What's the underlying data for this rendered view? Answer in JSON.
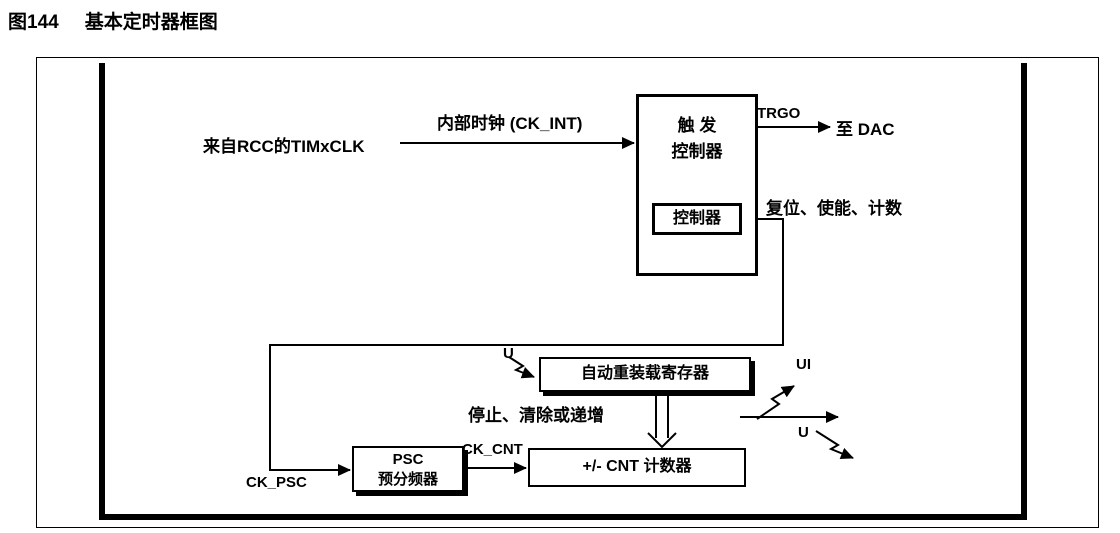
{
  "figure": {
    "number": "图144",
    "title": "基本定时器框图"
  },
  "labels": {
    "clock_source": "来自RCC的TIMxCLK",
    "internal_clock": "内部时钟 (CK_INT)",
    "trgo": "TRGO",
    "to_dac": "至 DAC",
    "control_signals": "复位、使能、计数",
    "update_event_left": "U",
    "stop_clear_increment": "停止、清除或递增",
    "ck_psc": "CK_PSC",
    "ck_cnt": "CK_CNT",
    "update_interrupt": "UI",
    "update_event_right": "U"
  },
  "blocks": {
    "trigger_controller_line1": "触 发",
    "trigger_controller_line2": "控制器",
    "controller": "控制器",
    "auto_reload_register": "自动重装载寄存器",
    "prescaler_line1": "PSC",
    "prescaler_line2": "预分频器",
    "counter": "+/- CNT 计数器"
  },
  "colors": {
    "ink": "#000000",
    "background": "#ffffff"
  }
}
